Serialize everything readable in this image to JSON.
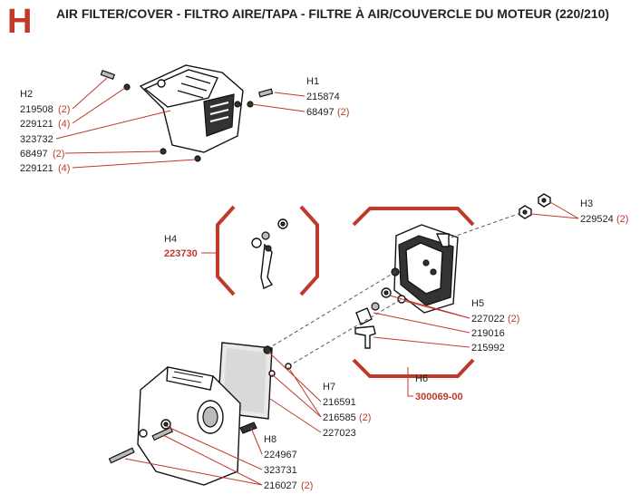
{
  "header": {
    "letter": "H",
    "title": "AIR FILTER/COVER - FILTRO AIRE/TAPA - FILTRE À AIR/COUVERCLE DU MOTEUR (220/210)"
  },
  "colors": {
    "accent": "#c0392b",
    "ink": "#222222"
  },
  "groups": {
    "h1": {
      "code": "H1",
      "items": [
        {
          "num": "215874",
          "qty": ""
        },
        {
          "num": "68497",
          "qty": "(2)"
        }
      ]
    },
    "h2": {
      "code": "H2",
      "items": [
        {
          "num": "219508",
          "qty": "(2)"
        },
        {
          "num": "229121",
          "qty": "(4)"
        },
        {
          "num": "323732",
          "qty": ""
        },
        {
          "num": "68497",
          "qty": "(2)"
        },
        {
          "num": "229121",
          "qty": "(4)"
        }
      ]
    },
    "h3": {
      "code": "H3",
      "items": [
        {
          "num": "229524",
          "qty": "(2)"
        }
      ]
    },
    "h4": {
      "code": "H4",
      "kit": "223730"
    },
    "h5": {
      "code": "H5",
      "items": [
        {
          "num": "227022",
          "qty": "(2)"
        },
        {
          "num": "219016",
          "qty": ""
        },
        {
          "num": "215992",
          "qty": ""
        }
      ]
    },
    "h6": {
      "code": "H6",
      "kit": "300069-00"
    },
    "h7": {
      "code": "H7",
      "items": [
        {
          "num": "216591",
          "qty": ""
        },
        {
          "num": "216585",
          "qty": "(2)"
        },
        {
          "num": "227023",
          "qty": ""
        }
      ]
    },
    "h8": {
      "code": "H8",
      "items": [
        {
          "num": "224967",
          "qty": ""
        },
        {
          "num": "323731",
          "qty": ""
        },
        {
          "num": "216027",
          "qty": "(2)"
        }
      ]
    }
  }
}
